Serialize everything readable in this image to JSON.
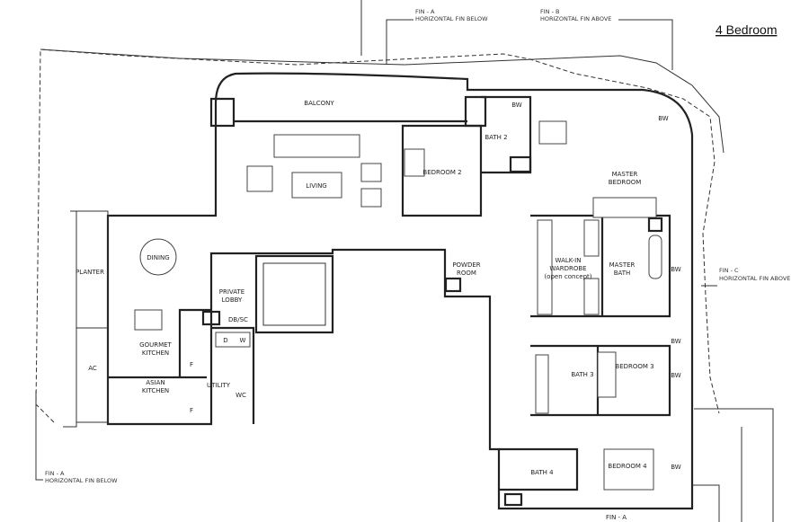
{
  "title": "4 Bedroom",
  "fin_notes": {
    "fin_a_top": {
      "line1": "FIN - A",
      "line2": "HORIZONTAL FIN BELOW"
    },
    "fin_b": {
      "line1": "FIN - B",
      "line2": "HORIZONTAL FIN ABOVE"
    },
    "fin_c": {
      "line1": "FIN - C",
      "line2": "HORIZONTAL FIN ABOVE"
    },
    "fin_a_bottom": {
      "line1": "FIN - A",
      "line2": "HORIZONTAL FIN BELOW"
    },
    "fin_cut": {
      "line1": "FIN - A"
    }
  },
  "rooms": {
    "balcony": "BALCONY",
    "living": "LIVING",
    "dining": "DINING",
    "planter": "PLANTER",
    "ac": "AC",
    "gourmet_kitchen": [
      "GOURMET",
      "KITCHEN"
    ],
    "asian_kitchen": [
      "ASIAN",
      "KITCHEN"
    ],
    "private_lobby": [
      "PRIVATE",
      "LOBBY"
    ],
    "db_sc": "DB/SC",
    "d": "D",
    "w": "W",
    "utility": "UTILITY",
    "wc": "WC",
    "f": "F",
    "bedroom2": "BEDROOM 2",
    "bath2": "BATH 2",
    "bw": "BW",
    "master_bedroom": [
      "MASTER",
      "BEDROOM"
    ],
    "walk_in": [
      "WALK-IN",
      "WARDROBE",
      "(open concept)"
    ],
    "master_bath": [
      "MASTER",
      "BATH"
    ],
    "powder_room": [
      "POWDER",
      "ROOM"
    ],
    "bath3": "BATH 3",
    "bedroom3": "BEDROOM 3",
    "bath4": "BATH 4",
    "bedroom4": "BEDROOM 4"
  }
}
